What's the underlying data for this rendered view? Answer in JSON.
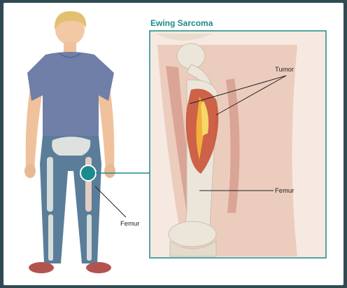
{
  "title": "Ewing Sarcoma",
  "labels": {
    "tumor": "Tumor",
    "femur_zoom": "Femur",
    "femur_body": "Femur"
  },
  "colors": {
    "accent": "#1b8a8c",
    "frame_border": "#2f4a52"
  }
}
